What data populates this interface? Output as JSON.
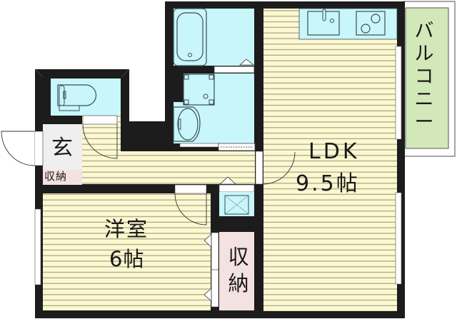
{
  "floor_plan": {
    "layout_type": "1LDK",
    "rooms": [
      {
        "id": "ldk",
        "name": "LDK",
        "size": "9.5帖"
      },
      {
        "id": "western_room",
        "name": "洋室",
        "size": "6帖"
      },
      {
        "id": "entrance",
        "name": "玄"
      },
      {
        "id": "entrance_storage",
        "name": "収納"
      },
      {
        "id": "closet",
        "name": "収納",
        "name_lines": [
          "収",
          "納"
        ]
      },
      {
        "id": "balcony",
        "name": "バルコニー",
        "name_lines": [
          "バ",
          "ル",
          "コ",
          "ニ",
          "ー"
        ]
      },
      {
        "id": "bathroom",
        "name": ""
      },
      {
        "id": "washroom",
        "name": ""
      },
      {
        "id": "toilet",
        "name": ""
      }
    ],
    "fixtures": [
      "bathtub",
      "washing-machine-pan",
      "washbasin",
      "toilet",
      "kitchen-sink",
      "two-burner-stove",
      "storage-vent"
    ],
    "colors": {
      "wall": "#1c1c1c",
      "floor_wood": "#fcf8d0",
      "floor_lines": "#a9a58a",
      "wet_area": "#c8f6fa",
      "entrance_floor": "#efefef",
      "storage": "#f4e1e1",
      "balcony": "#d2e8b9",
      "window": "#ffffff",
      "fixture_line": "#3a4c52"
    }
  },
  "labels": {
    "ldk": "LDK",
    "ldk_size": "9.5帖",
    "western_room": "洋室",
    "western_room_size": "6帖",
    "entrance": "玄",
    "entrance_storage": "収納",
    "closet": "収納",
    "balcony": "バルコニー"
  }
}
